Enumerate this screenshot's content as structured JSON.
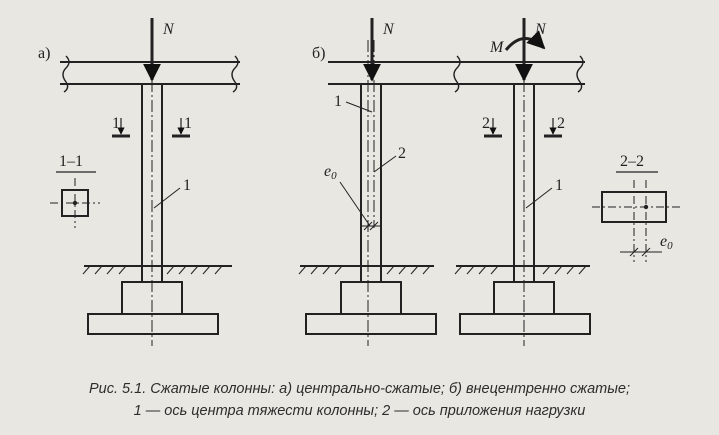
{
  "figure": {
    "panel_a": "а)",
    "panel_b": "б)",
    "force_n": "N",
    "moment_m": "M",
    "section_1": "1",
    "section_2": "2",
    "section_11_title": "1–1",
    "section_22_title": "2–2",
    "label_axis_1": "1",
    "label_axis_2": "2",
    "eccentricity_label": "e",
    "eccentricity_sub": "0"
  },
  "caption": {
    "line1": "Рис. 5.1. Сжатые колонны: а) центрально-сжатые; б) внецентренно сжатые;",
    "line2": "1 — ось центра тяжести колонны; 2 — ось приложения нагрузки"
  }
}
